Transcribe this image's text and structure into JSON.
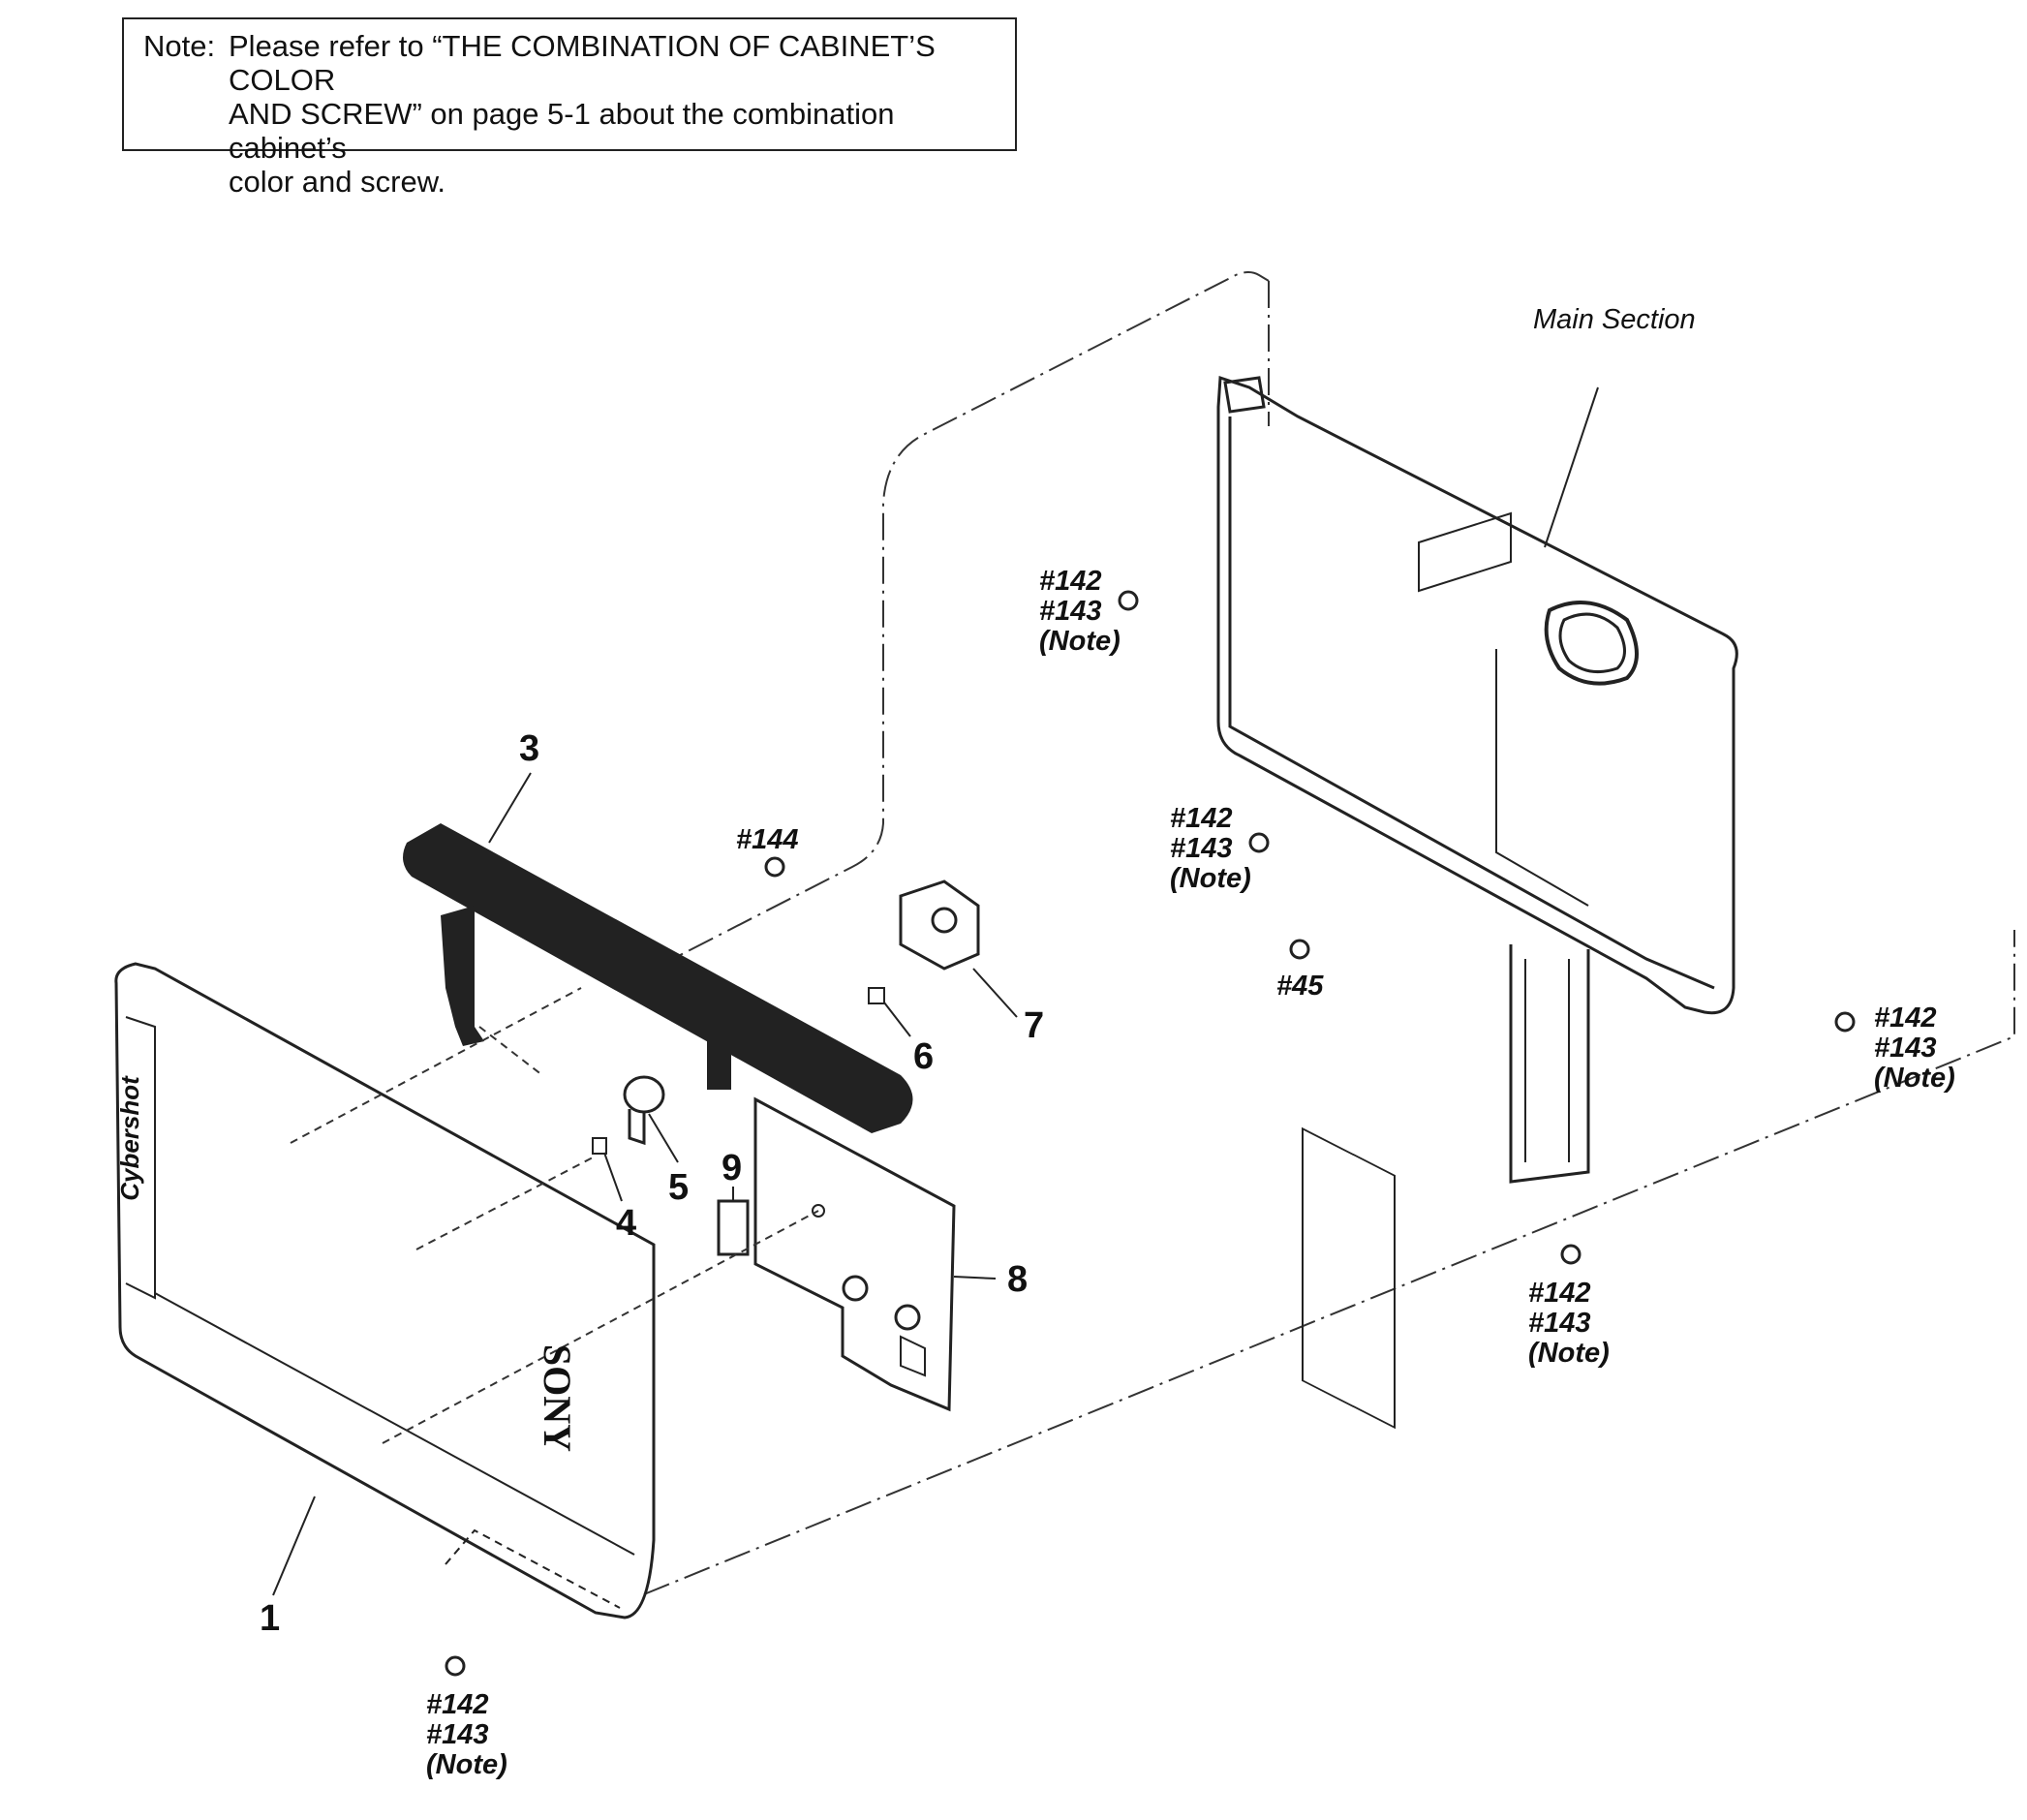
{
  "note": {
    "label": "Note:",
    "text": "Please refer to “THE COMBINATION OF CABINET’S COLOR\nAND SCREW” on page 5-1 about the combination cabinet’s\ncolor and screw."
  },
  "section_label": "Main Section",
  "part_numbers": {
    "p1": "1",
    "p3": "3",
    "p4": "4",
    "p5": "5",
    "p6": "6",
    "p7": "7",
    "p8": "8",
    "p9": "9"
  },
  "screws": {
    "s144": "#144",
    "s45": "#45",
    "s142_group": "#142\n#143\n(Note)"
  },
  "cabinet_marks": {
    "brand": "SONY",
    "series": "Cybershot"
  }
}
